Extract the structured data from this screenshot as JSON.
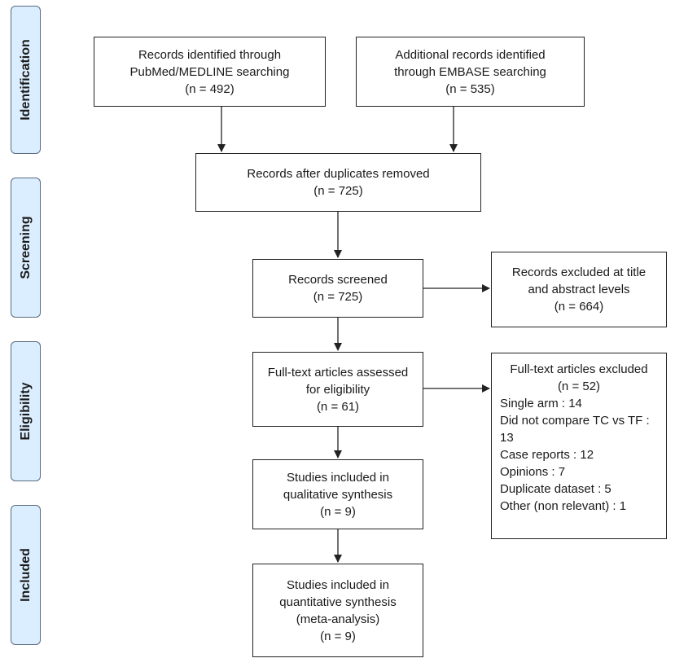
{
  "phases": {
    "identification": "Identification",
    "screening": "Screening",
    "eligibility": "Eligibility",
    "included": "Included"
  },
  "boxes": {
    "pubmed": {
      "lines": [
        "Records identified through",
        "PubMed/MEDLINE searching",
        "(n = 492)"
      ]
    },
    "embase": {
      "lines": [
        "Additional records identified",
        "through EMBASE searching",
        "(n =  535)"
      ]
    },
    "duplicates": {
      "lines": [
        "Records after duplicates removed",
        "(n = 725)"
      ]
    },
    "screened": {
      "lines": [
        "Records screened",
        "(n = 725)"
      ]
    },
    "excluded_title": {
      "lines": [
        "Records excluded at title",
        "and abstract levels",
        "(n = 664)"
      ]
    },
    "fulltext": {
      "lines": [
        "Full-text articles assessed",
        "for eligibility",
        "(n = 61)"
      ]
    },
    "excluded_fulltext": {
      "head": [
        "Full-text articles excluded",
        "(n = 52)"
      ],
      "items": [
        "Single arm : 14",
        "Did not compare TC vs TF :",
        "13",
        "Case reports : 12",
        "Opinions : 7",
        "Duplicate dataset : 5",
        "Other (non relevant) : 1"
      ]
    },
    "qualitative": {
      "lines": [
        "Studies included in",
        "qualitative synthesis",
        "(n = 9)"
      ]
    },
    "quantitative": {
      "lines": [
        "Studies included in",
        "quantitative synthesis",
        "(meta-analysis)",
        "(n = 9)"
      ]
    }
  },
  "colors": {
    "phase_fill": "#dbeeff",
    "phase_border": "#5a6b80",
    "line": "#222222"
  }
}
